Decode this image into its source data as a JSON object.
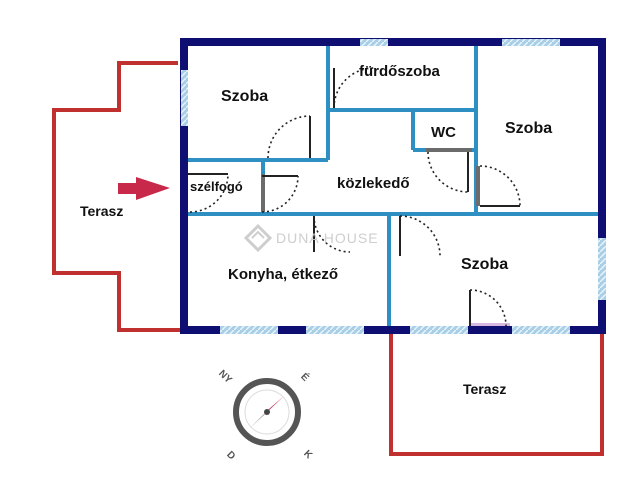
{
  "rooms": {
    "szoba_1": "Szoba",
    "furdoszoba": "fürdőszoba",
    "wc": "WC",
    "szoba_2": "Szoba",
    "szelfogo": "szélfogó",
    "kozlekedo": "közlekedő",
    "terasz_left": "Terasz",
    "konyha": "Konyha, étkező",
    "szoba_3": "Szoba",
    "terasz_bottom": "Terasz"
  },
  "watermark": {
    "text": "DUNA HOUSE"
  },
  "compass": {
    "ny": "NY",
    "e": "É",
    "d": "D",
    "k": "K"
  },
  "colors": {
    "outer_wall": "#0f0f73",
    "inner_wall": "#2e8fc2",
    "window": "#a9cfe6",
    "terrace_outline": "#c0302f",
    "entry_arrow": "#c8294a",
    "door_frame": "#6b6b6b"
  },
  "icons": {
    "entry": "entry-arrow-icon",
    "compass": "compass-icon",
    "watermark": "watermark-logo-icon"
  }
}
